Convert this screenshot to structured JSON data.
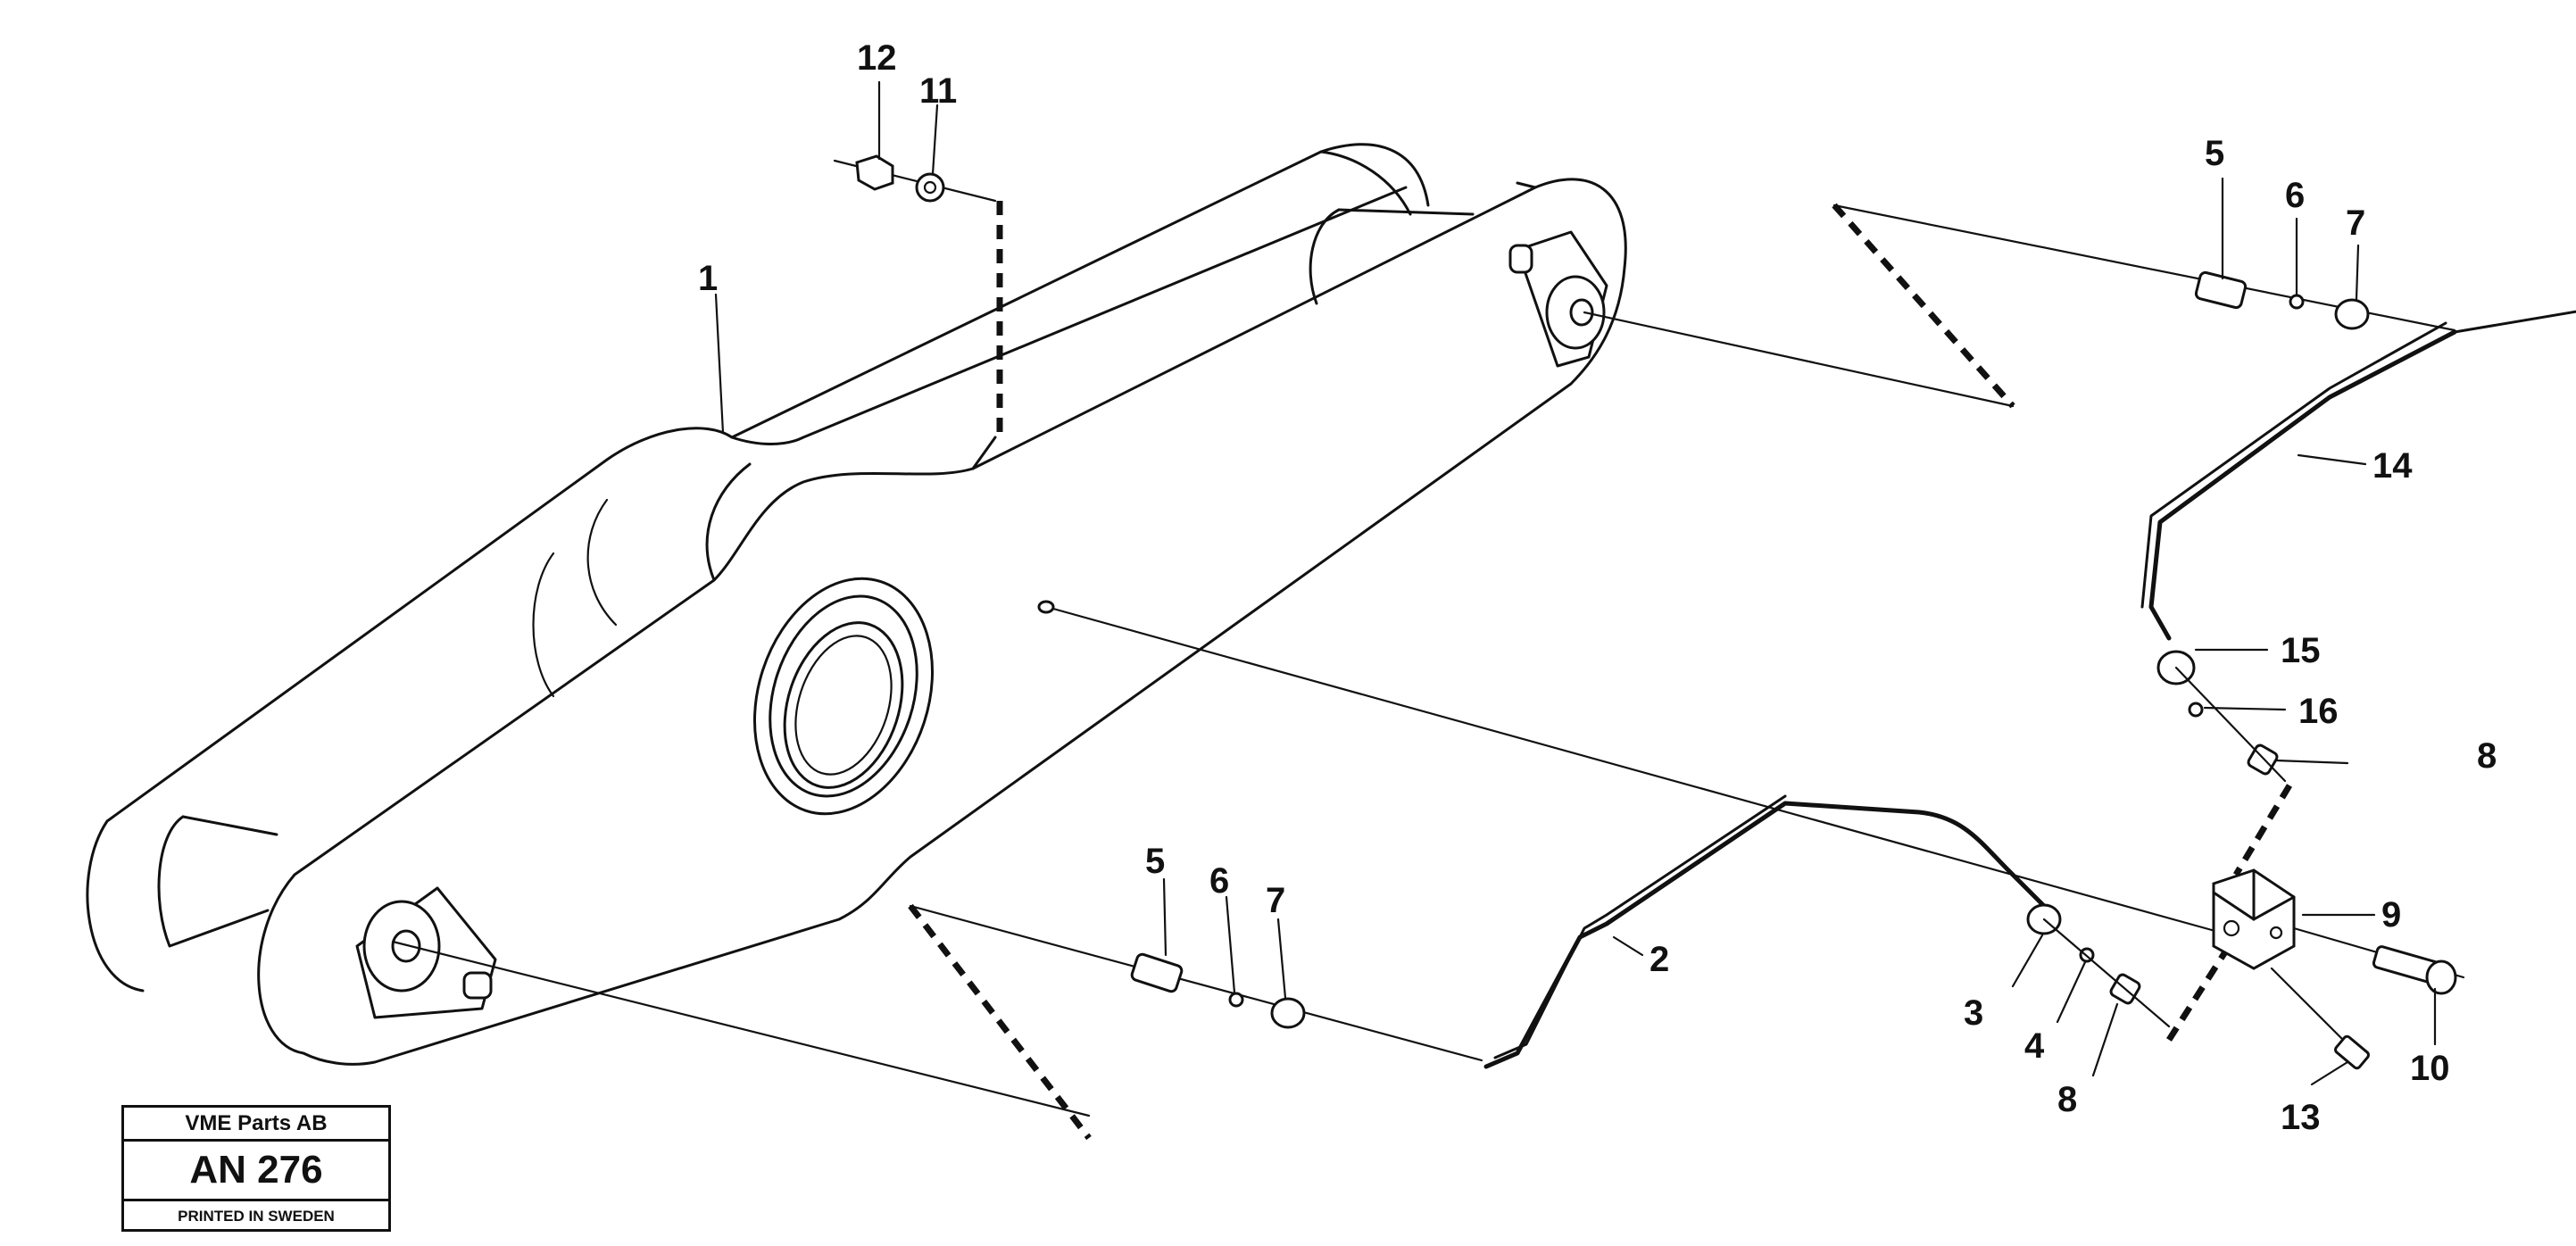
{
  "part_labels": {
    "p1": "1",
    "p2": "2",
    "p3": "3",
    "p4": "4",
    "p5a": "5",
    "p6a": "6",
    "p7a": "7",
    "p5b": "5",
    "p6b": "6",
    "p7b": "7",
    "p8a": "8",
    "p8b": "8",
    "p9": "9",
    "p10": "10",
    "p11": "11",
    "p12": "12",
    "p13": "13",
    "p14": "14",
    "p15": "15",
    "p16": "16"
  },
  "stamp": {
    "company": "VME Parts AB",
    "code": "AN 276",
    "printed": "PRINTED IN SWEDEN"
  }
}
